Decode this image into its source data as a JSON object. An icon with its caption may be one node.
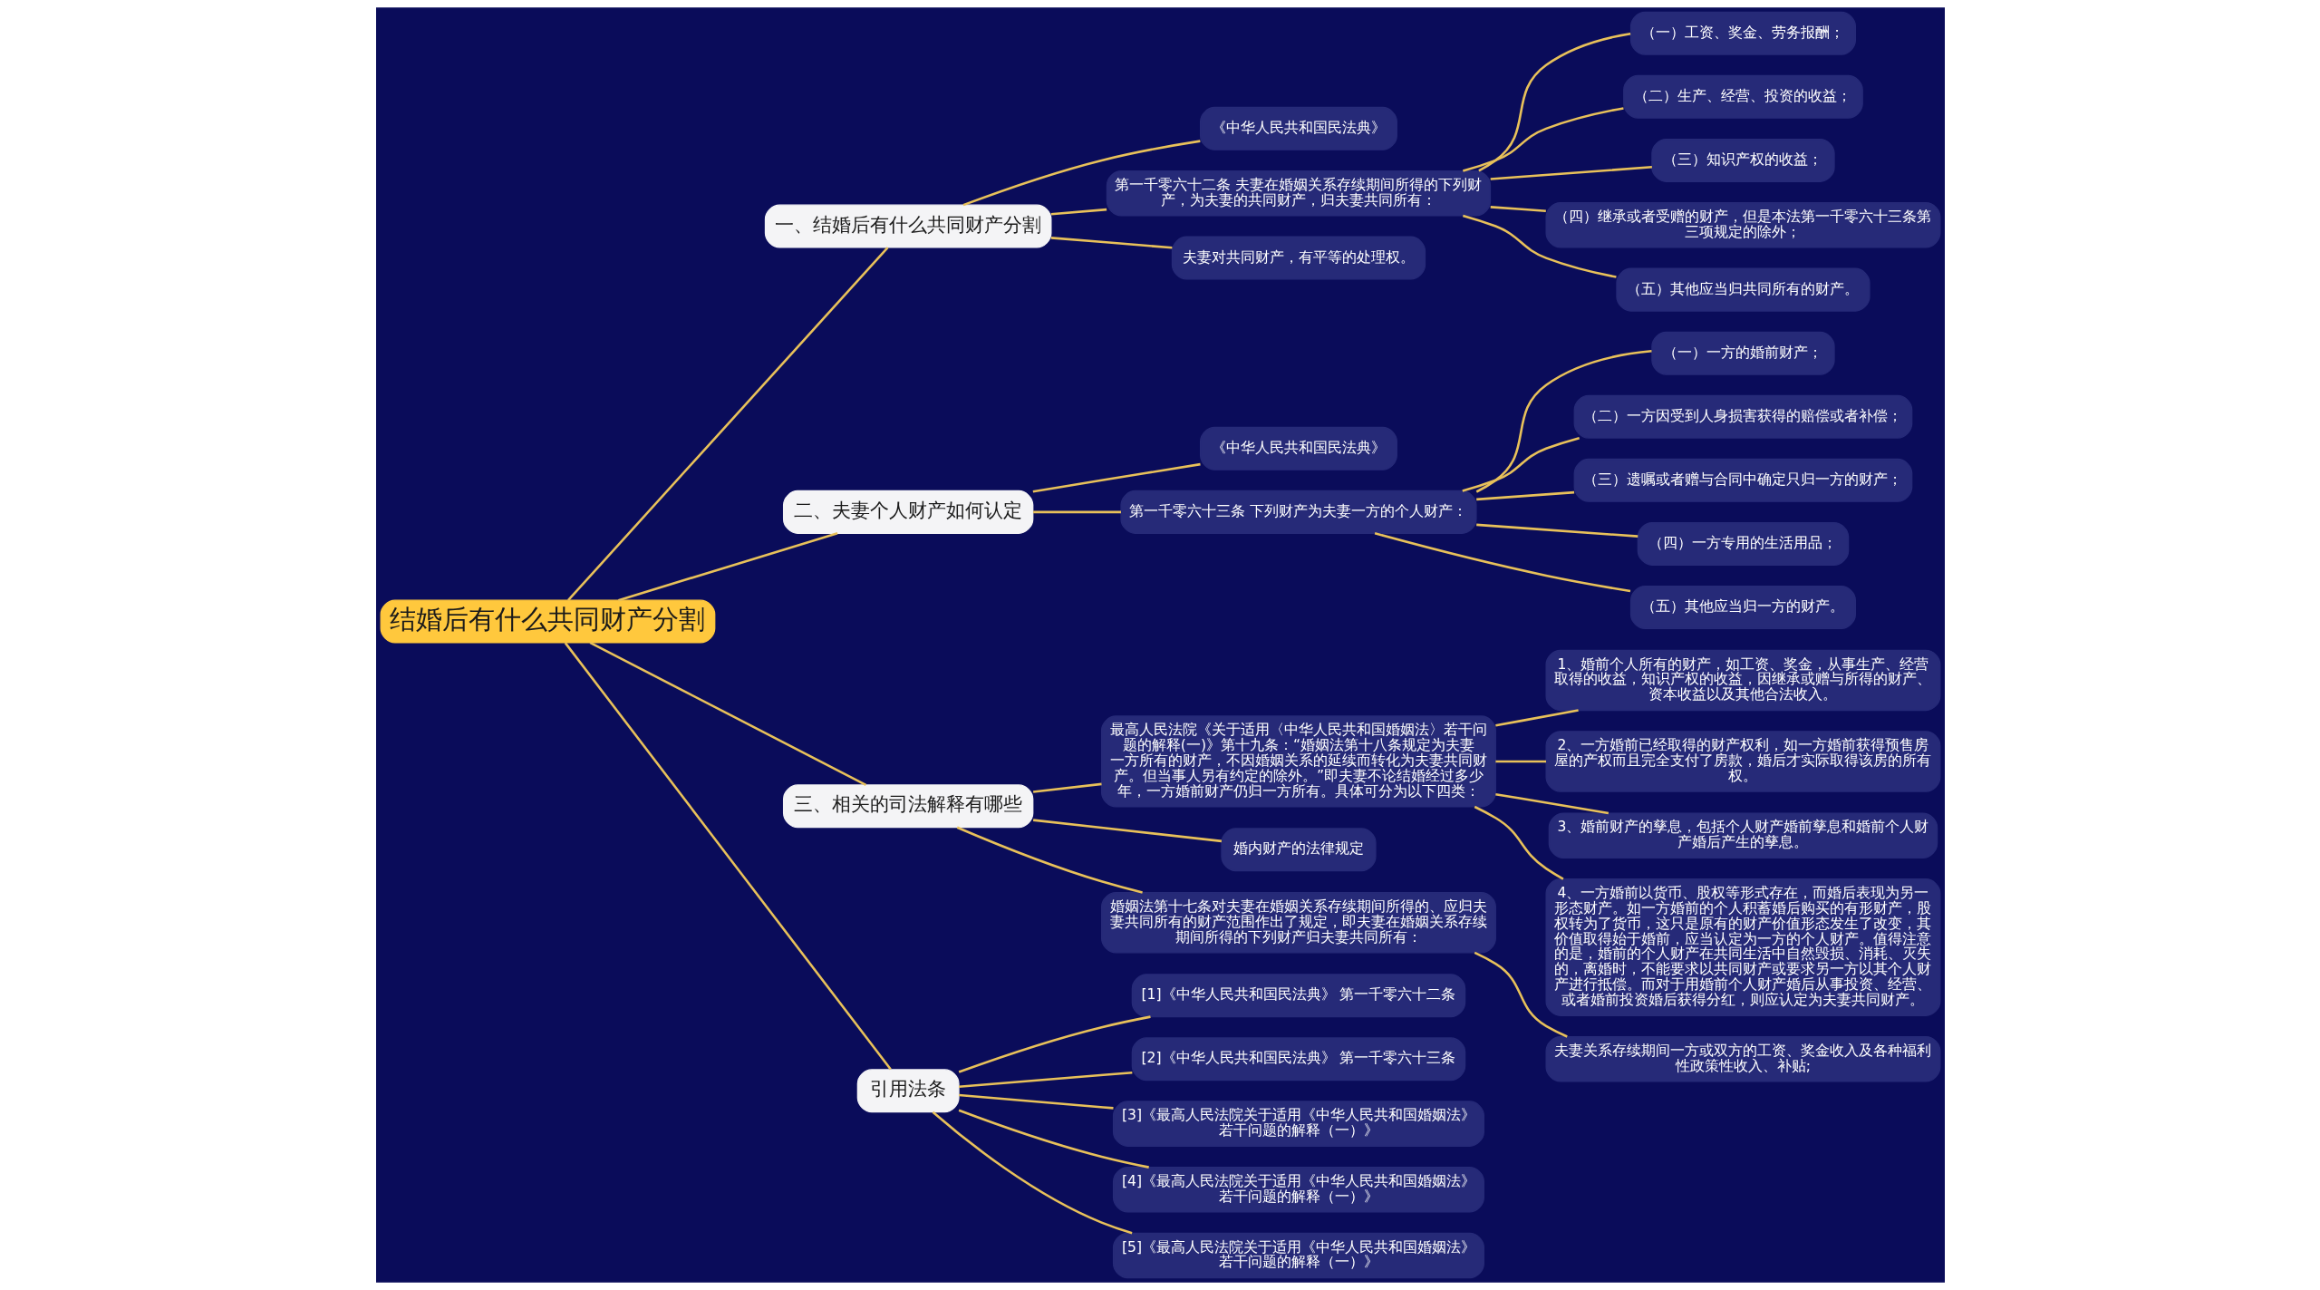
{
  "diagram": {
    "nodes": [
      {
        "text": [
          "结婚后有什么共同财产分割"
        ]
      },
      {
        "text": [
          "一、结婚后有什么共同财产分割"
        ]
      },
      {
        "text": [
          "《中华人民共和国民法典》"
        ]
      },
      {
        "text": [
          "第一千零六十二条 夫妻在婚姻关系存续期间所得的下列财产，为夫妻的共同财产，归夫妻共同所有："
        ]
      },
      {
        "text": [
          "（一）工资、奖金、劳务报酬；"
        ]
      },
      {
        "text": [
          "（二）生产、经营、投资的收益；"
        ]
      },
      {
        "text": [
          "（三）知识产权的收益；"
        ]
      },
      {
        "text": [
          "（四）继承或者受赠的财产，但是本法第一千零六十三条第三项规定的除外；"
        ]
      },
      {
        "text": [
          "（五）其他应当归共同所有的财产。"
        ]
      },
      {
        "text": [
          "夫妻对共同财产，有平等的处理权。"
        ]
      },
      {
        "text": [
          "二、夫妻个人财产如何认定"
        ]
      },
      {
        "text": [
          "《中华人民共和国民法典》"
        ]
      },
      {
        "text": [
          "第一千零六十三条 下列财产为夫妻一方的个人财产："
        ]
      },
      {
        "text": [
          "（一）一方的婚前财产；"
        ]
      },
      {
        "text": [
          "（二）一方因受到人身损害获得的赔偿或者补偿；"
        ]
      },
      {
        "text": [
          "（三）遗嘱或者赠与合同中确定只归一方的财产；"
        ]
      },
      {
        "text": [
          "（四）一方专用的生活用品；"
        ]
      },
      {
        "text": [
          "（五）其他应当归一方的财产。"
        ]
      },
      {
        "text": [
          "三、相关的司法解释有哪些"
        ]
      },
      {
        "text": [
          "最高人民法院《关于适用〈中华人民共和国婚姻法〉若干问题的解释(一)》第十九条：“婚姻法第十八条规定为夫妻一方所有的财产，不因婚姻关系的延续而转化为夫妻共同财产。但当事人另有约定的除外。”即夫妻不论结婚经过多少年，一方婚前财产仍归一方所有。具体可分为以下四类："
        ]
      },
      {
        "text": [
          "1、婚前个人所有的财产，如工资、奖金，从事生产、经营取得的收益，知识产权的收益，因继承或赠与所得的财产、资本收益以及其他合法收入。"
        ]
      },
      {
        "text": [
          "2、一方婚前已经取得的财产权利，如一方婚前获得预售房屋的产权而且完全支付了房款，婚后才实际取得该房的所有权。"
        ]
      },
      {
        "text": [
          "3、婚前财产的孳息，包括个人财产婚前孳息和婚前个人财产婚后产生的孳息。"
        ]
      },
      {
        "text": [
          "4、一方婚前以货币、股权等形式存在，而婚后表现为另一形态财产。如一方婚前的个人积蓄婚后购买的有形财产，股权转为了货币，这只是原有的财产价值形态发生了改变，其价值取得始于婚前，应当认定为一方的个人财产。值得注意的是，婚前的个人财产在共同生活中自然毁损、消耗、灭失的，离婚时，不能要求以共同财产或要求另一方以其个人财产进行抵偿。而对于用婚前个人财产婚后从事投资、经营、或者婚前投资婚后获得分红，则应认定为夫妻共同财产。"
        ]
      },
      {
        "text": [
          "婚内财产的法律规定"
        ]
      },
      {
        "text": [
          "婚姻法第十七条对夫妻在婚姻关系存续期间所得的、应归夫妻共同所有的财产范围作出了规定，即夫妻在婚姻关系存续期间所得的下列财产归夫妻共同所有："
        ]
      },
      {
        "text": [
          "夫妻关系存续期间一方或双方的工资、奖金收入及各种福利性政策性收入、补贴;"
        ]
      },
      {
        "text": [
          "引用法条"
        ]
      },
      {
        "text": [
          "[1]《中华人民共和国民法典》 第一千零六十二条"
        ]
      },
      {
        "text": [
          "[2]《中华人民共和国民法典》 第一千零六十三条"
        ]
      },
      {
        "text": [
          "[3]《最高人民法院关于适用《中华人民共和国婚姻法》若干问题的解释（一）》"
        ]
      },
      {
        "text": [
          "[4]《最高人民法院关于适用《中华人民共和国婚姻法》若干问题的解释（一）》"
        ]
      },
      {
        "text": [
          "[5]《最高人民法院关于适用《中华人民共和国婚姻法》若干问题的解释（一）》"
        ]
      }
    ],
    "edges": [
      {
        "from": 0,
        "to": 1,
        "arrow": "none"
      },
      {
        "from": 1,
        "to": 2,
        "arrow": "none"
      },
      {
        "from": 1,
        "to": 3,
        "arrow": "none"
      },
      {
        "from": 3,
        "to": 4,
        "arrow": "none"
      },
      {
        "from": 3,
        "to": 5,
        "arrow": "none"
      },
      {
        "from": 3,
        "to": 6,
        "arrow": "none"
      },
      {
        "from": 3,
        "to": 7,
        "arrow": "none"
      },
      {
        "from": 3,
        "to": 8,
        "arrow": "none"
      },
      {
        "from": 1,
        "to": 9,
        "arrow": "none"
      },
      {
        "from": 0,
        "to": 10,
        "arrow": "none"
      },
      {
        "from": 10,
        "to": 11,
        "arrow": "none"
      },
      {
        "from": 10,
        "to": 12,
        "arrow": "none"
      },
      {
        "from": 12,
        "to": 13,
        "arrow": "none"
      },
      {
        "from": 12,
        "to": 14,
        "arrow": "none"
      },
      {
        "from": 12,
        "to": 15,
        "arrow": "none"
      },
      {
        "from": 12,
        "to": 16,
        "arrow": "none"
      },
      {
        "from": 12,
        "to": 17,
        "arrow": "none"
      },
      {
        "from": 0,
        "to": 18,
        "arrow": "none"
      },
      {
        "from": 18,
        "to": 19,
        "arrow": "none"
      },
      {
        "from": 19,
        "to": 20,
        "arrow": "none"
      },
      {
        "from": 19,
        "to": 21,
        "arrow": "none"
      },
      {
        "from": 19,
        "to": 22,
        "arrow": "none"
      },
      {
        "from": 19,
        "to": 23,
        "arrow": "none"
      },
      {
        "from": 18,
        "to": 24,
        "arrow": "none"
      },
      {
        "from": 18,
        "to": 25,
        "arrow": "none"
      },
      {
        "from": 25,
        "to": 26,
        "arrow": "none"
      },
      {
        "from": 0,
        "to": 27,
        "arrow": "none"
      },
      {
        "from": 27,
        "to": 28,
        "arrow": "none"
      },
      {
        "from": 27,
        "to": 29,
        "arrow": "none"
      },
      {
        "from": 27,
        "to": 30,
        "arrow": "none"
      },
      {
        "from": 27,
        "to": 31,
        "arrow": "none"
      },
      {
        "from": 27,
        "to": 32,
        "arrow": "none"
      }
    ]
  }
}
